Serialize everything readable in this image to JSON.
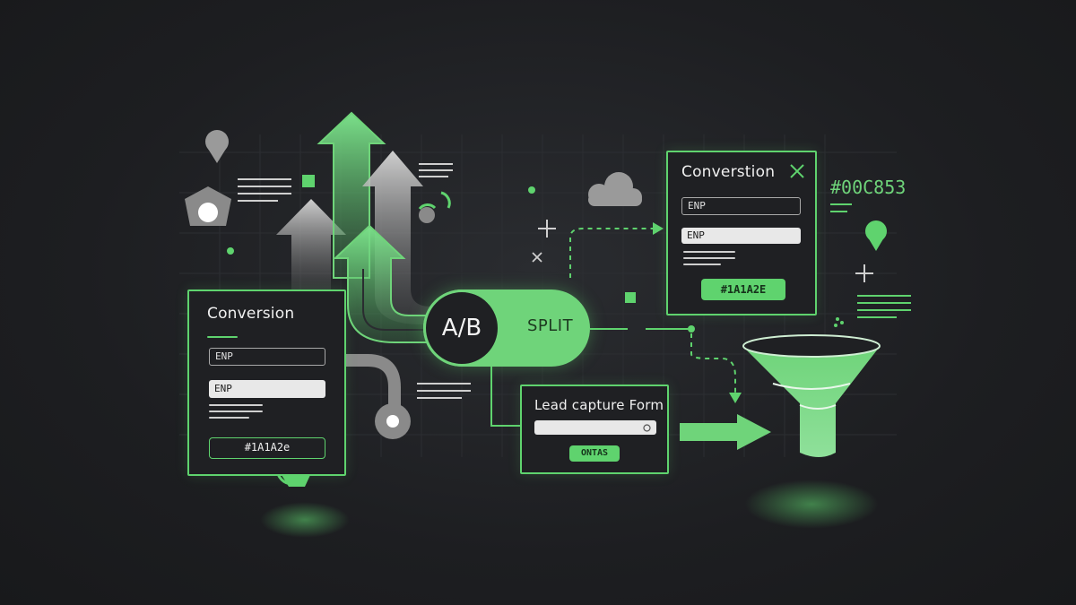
{
  "ab_split": {
    "circle_label": "A/B",
    "pill_label": "SPLIT"
  },
  "left_card": {
    "title": "Conversion",
    "field_1": "ENP",
    "field_2": "ENP",
    "button": "#1A1A2e"
  },
  "right_card": {
    "title": "Converstion",
    "field_1": "ENP",
    "field_2": "ENP",
    "button": "#1A1A2E"
  },
  "lead_form": {
    "title": "Lead capture Form",
    "button": "ONTAS"
  },
  "hex_label": "#00C853",
  "colors": {
    "accent": "#5fd36e",
    "background": "#1d1e21",
    "gray": "#8a8a8a"
  },
  "icons": [
    "close-icon",
    "cloud-icon",
    "location-pin-icon",
    "pointer-hand-icon",
    "funnel-icon",
    "plus-icon"
  ]
}
